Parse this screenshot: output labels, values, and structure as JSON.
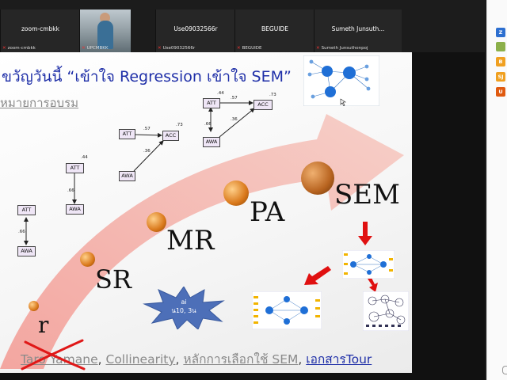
{
  "participants": [
    {
      "name": "zoom-cmbkk",
      "label": "zoom-cmbkk"
    },
    {
      "name": "",
      "label": "UPCMBKK"
    },
    {
      "name": "Use09032566r",
      "label": "Use09032566r"
    },
    {
      "name": "BEGUIDE",
      "label": "BEGUIDE"
    },
    {
      "name": "Sumeth Junsuth...",
      "label": "Sumeth Junsuthonpoj"
    }
  ],
  "sidebar_avatars": [
    {
      "initial": "Z",
      "color": "#2d6fd0"
    },
    {
      "initial": "",
      "color": "#8cb04a"
    },
    {
      "initial": "B",
      "color": "#f0a020"
    },
    {
      "initial": "SJ",
      "color": "#f0a020"
    },
    {
      "initial": "U",
      "color": "#e05a10"
    }
  ],
  "slide": {
    "title": "ขวัญวันนี้ “เข้าใจ Regression เข้าใจ SEM”",
    "subtitle": "หมายการอบรม",
    "stages": [
      "r",
      "SR",
      "MR",
      "PA",
      "SEM"
    ],
    "path_diagram": {
      "att": "ATT",
      "awa": "AWA",
      "acc": "ACC",
      "d1_corr": ".66",
      "d2_att_val": ".44",
      "d2_path": ".66",
      "d3_att_acc": ".57",
      "d3_awa_acc": ".36",
      "d3_acc_val": ".73",
      "d4_att_acc": ".57",
      "d4_awa_acc": ".36",
      "d4_corr": ".66",
      "d4_att_val": ".44",
      "d4_acc_val": ".73"
    },
    "badge": {
      "line1": "ai",
      "line2": "น10, 3น"
    },
    "links": [
      "Taro Yamane",
      "Collinearity",
      "หลักการเลือกใช้ SEM",
      "เอกสารTour"
    ]
  }
}
